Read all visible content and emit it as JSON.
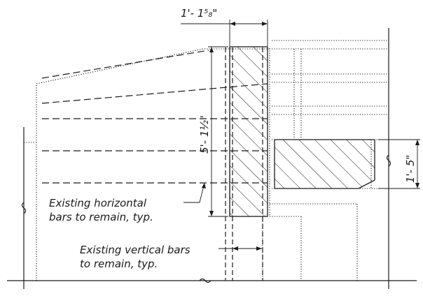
{
  "dimensions": {
    "top_width": "1'- 1⁵₈\"",
    "wall_height": "5'- 1½\"",
    "slab_depth": "1'- 5\""
  },
  "notes": {
    "horizontal_bars": [
      "Existing horizontal",
      "bars to remain, typ."
    ],
    "vertical_bars": [
      "Existing vertical bars",
      "to remain, typ."
    ]
  }
}
